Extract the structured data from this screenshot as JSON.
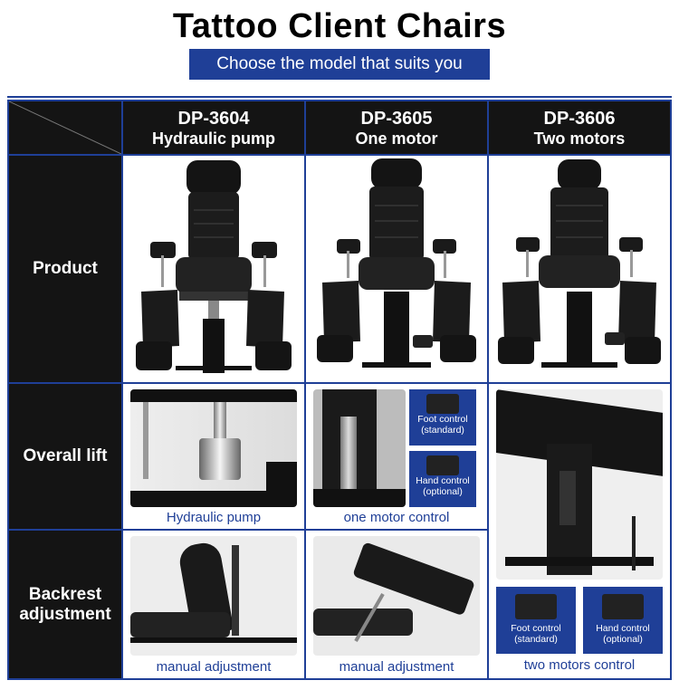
{
  "title": "Tattoo Client Chairs",
  "subtitle": "Choose the model that suits you",
  "models": [
    {
      "code": "DP-3604",
      "desc": "Hydraulic pump"
    },
    {
      "code": "DP-3605",
      "desc": "One motor"
    },
    {
      "code": "DP-3606",
      "desc": "Two motors"
    }
  ],
  "rows": {
    "product": "Product",
    "lift": "Overall lift",
    "backrest_1": "Backrest",
    "backrest_2": "adjustment"
  },
  "captions": {
    "lift_1": "Hydraulic pump",
    "lift_2": "one motor control",
    "back_1": "manual adjustment",
    "back_2": "manual adjustment",
    "back_3": "two motors control"
  },
  "controls": {
    "foot_1": "Foot control",
    "foot_2": "(standard)",
    "hand_1": "Hand control",
    "hand_2": "(optional)"
  },
  "colors": {
    "accent": "#1f3f97",
    "label_bg": "#141414"
  }
}
